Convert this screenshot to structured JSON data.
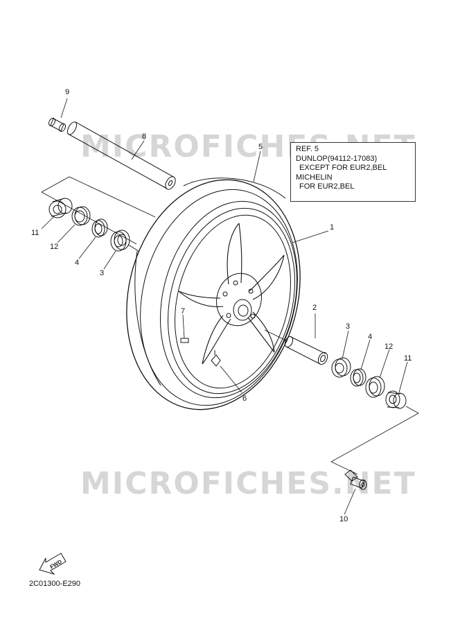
{
  "watermark": "MICROFICHES.NET",
  "reference_box": {
    "title": "REF. 5",
    "line1": "DUNLOP(94112-17083)",
    "line2": "EXCEPT FOR EUR2,BEL",
    "line3": "MICHELIN",
    "line4": "FOR EUR2,BEL"
  },
  "callouts": {
    "c1": "1",
    "c2": "2",
    "c3a": "3",
    "c3b": "3",
    "c4a": "4",
    "c4b": "4",
    "c5": "5",
    "c6": "6",
    "c7": "7",
    "c8": "8",
    "c9": "9",
    "c10": "10",
    "c11a": "11",
    "c11b": "11",
    "c12a": "12",
    "c12b": "12"
  },
  "fwd_label": "FWD",
  "diagram_code": "2C01300-E290"
}
